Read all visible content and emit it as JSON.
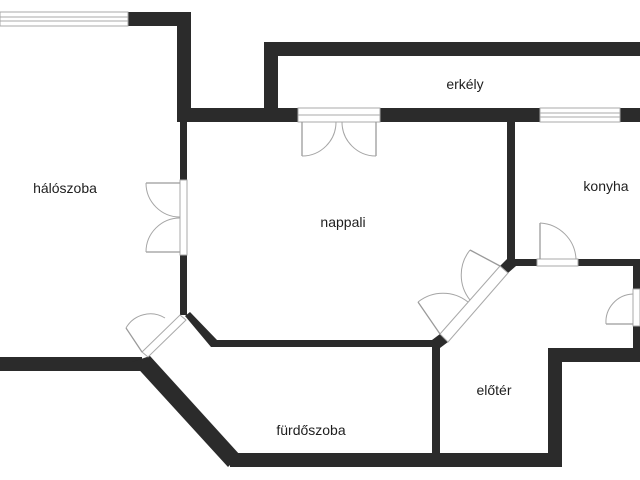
{
  "floorplan": {
    "rooms": {
      "bedroom": "hálószoba",
      "balcony": "erkély",
      "living": "nappali",
      "kitchen": "konyha",
      "hall": "előtér",
      "bathroom": "fürdőszoba"
    },
    "colors": {
      "wall": "#2b2b2b",
      "background": "#ffffff",
      "fixture": "#a9a9a9"
    }
  }
}
